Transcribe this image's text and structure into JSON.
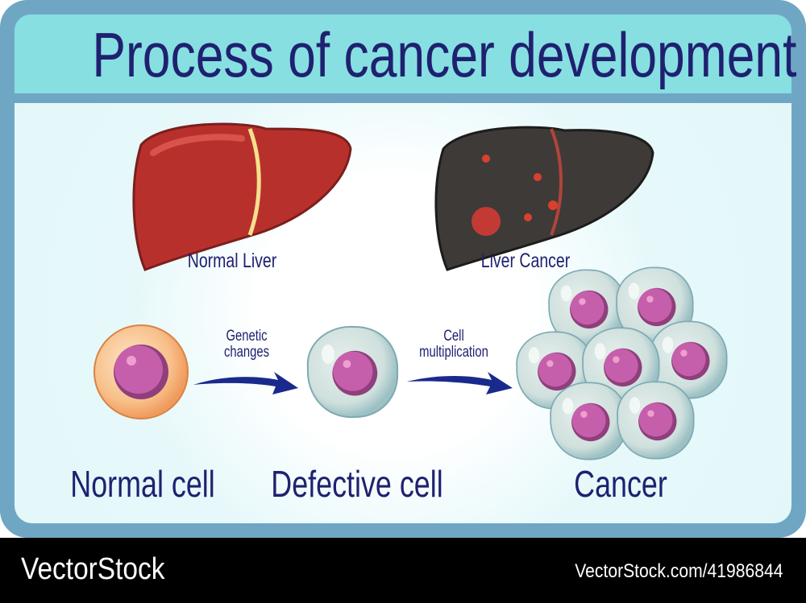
{
  "title": "Process of cancer development",
  "livers": [
    {
      "label": "Normal Liver",
      "color": "#b8302c"
    },
    {
      "label": "Liver Cancer",
      "color": "#3e3a38"
    }
  ],
  "steps": [
    {
      "label": "Normal cell"
    },
    {
      "label": "Defective cell"
    },
    {
      "label": "Cancer"
    }
  ],
  "arrows": [
    {
      "label_line1": "Genetic",
      "label_line2": "changes"
    },
    {
      "label_line1": "Cell",
      "label_line2": "multiplication"
    }
  ],
  "colors": {
    "navy": "#1f2170",
    "frame": "#6fa6c4",
    "title_band": "#87dfe1",
    "nucleus": "#c05aa6"
  },
  "footer": {
    "brand": "VectorStock",
    "id_text": "VectorStock.com/41986844"
  }
}
